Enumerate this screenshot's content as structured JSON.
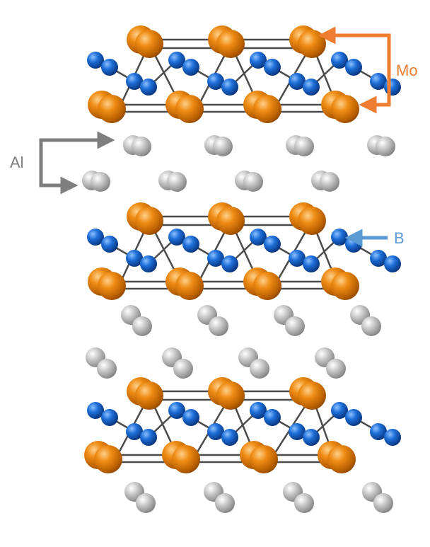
{
  "labels": {
    "mo": "Mo",
    "al": "Al",
    "b": "B"
  },
  "colors": {
    "mo": "#E07D08",
    "b": "#1560C8",
    "al": "#B4B4B4",
    "bond": "#4a4a4a",
    "mo_label": "#ED7D31",
    "al_label": "#7F7F7F",
    "b_label": "#5B9BD5"
  },
  "structure": {
    "layer_sequence": [
      "Mo-B",
      "Al",
      "Mo-B",
      "Al",
      "Mo-B",
      "Al"
    ]
  }
}
